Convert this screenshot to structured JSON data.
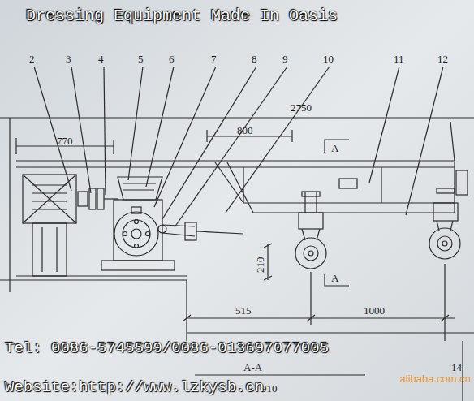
{
  "diagram": {
    "title": "Dressing Equipment Made In Oasis",
    "labels": [
      "2",
      "3",
      "4",
      "5",
      "6",
      "7",
      "8",
      "9",
      "10",
      "11",
      "12",
      "2750",
      "770",
      "800",
      "A",
      "A",
      "210",
      "515",
      "1000",
      "A-A",
      "14",
      "910",
      "Tel: 0086-5745599/0086-013697077005",
      "Website:http://www.lzkysb.cn",
      "alibaba.com.cn"
    ]
  }
}
